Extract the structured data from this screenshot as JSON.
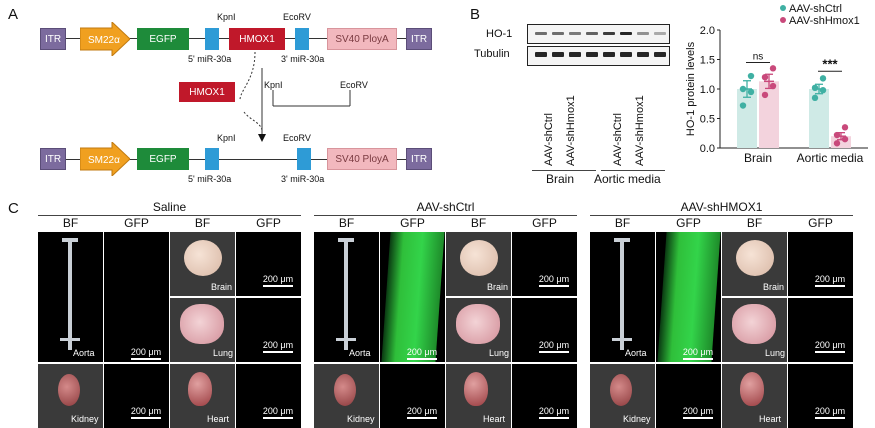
{
  "panels": {
    "a": "A",
    "b": "B",
    "c": "C"
  },
  "construct": {
    "itr": "ITR",
    "promoter": "SM22α",
    "egfp": "EGFP",
    "hmox1": "HMOX1",
    "sv40": "SV40 PloyA",
    "kpni": "KpnI",
    "ecorv": "EcoRV",
    "mir5": "5' miR-30a",
    "mir3": "3' miR-30a",
    "insert": "HMOX1"
  },
  "western": {
    "ho1": "HO-1",
    "tubulin": "Tubulin",
    "lanes": [
      "AAV-shCtrl",
      "AAV-shHmox1",
      "AAV-shCtrl",
      "AAV-shHmox1"
    ],
    "groups": [
      "Brain",
      "Aortic media"
    ]
  },
  "chart_data": {
    "type": "bar",
    "categories": [
      "Brain",
      "Aortic media"
    ],
    "series": [
      {
        "name": "AAV-shCtrl",
        "values": [
          1.0,
          1.0
        ],
        "error": [
          0.14,
          0.08
        ],
        "points": [
          [
            0.72,
            0.95,
            1.0,
            1.22
          ],
          [
            0.85,
            0.98,
            1.02,
            1.18
          ]
        ],
        "color": "#3fb0a3"
      },
      {
        "name": "AAV-shHmox1",
        "values": [
          1.13,
          0.2
        ],
        "error": [
          0.12,
          0.06
        ],
        "points": [
          [
            0.9,
            1.05,
            1.2,
            1.35
          ],
          [
            0.08,
            0.15,
            0.22,
            0.35
          ]
        ],
        "color": "#c9497b"
      }
    ],
    "ylabel": "HO-1 protein levels",
    "ylim": [
      0,
      2.0
    ],
    "yticks": [
      "0.0",
      "0.5",
      "1.0",
      "1.5",
      "2.0"
    ],
    "annotations": [
      "ns",
      "***"
    ],
    "legend": "top-right"
  },
  "gallery": {
    "groups": [
      "Saline",
      "AAV-shCtrl",
      "AAV-shHMOX1"
    ],
    "columns": [
      "BF",
      "GFP",
      "BF",
      "GFP"
    ],
    "organs": {
      "aorta": "Aorta",
      "brain": "Brain",
      "lung": "Lung",
      "kidney": "Kidney",
      "heart": "Heart"
    },
    "scale": "200 μm"
  }
}
